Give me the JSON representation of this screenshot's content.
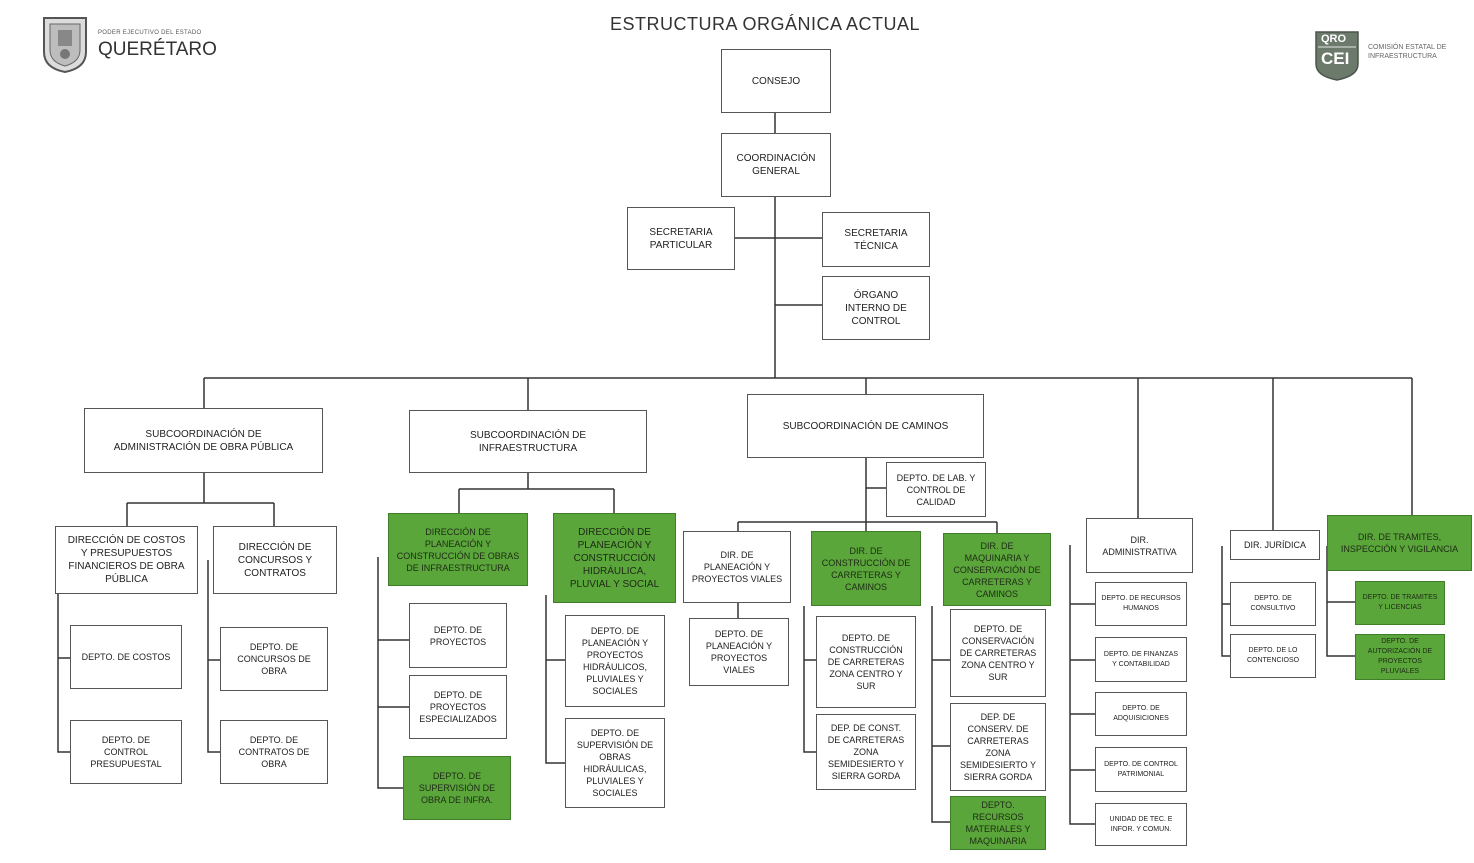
{
  "header": {
    "title": "ESTRUCTURA ORGÁNICA ACTUAL",
    "logo_left_small": "PODER EJECUTIVO DEL ESTADO",
    "logo_left_big": "QUERÉTARO",
    "logo_right_qro": "QRO",
    "logo_right_cei": "CEI",
    "logo_right_text": "COMISIÓN ESTATAL DE\nINFRAESTRUCTURA"
  },
  "colors": {
    "highlight": "#5aa63b",
    "line": "#333333"
  },
  "nodes": {
    "consejo": "CONSEJO",
    "coordinacion": "COORDINACIÓN\nGENERAL",
    "sec_particular": "SECRETARIA\nPARTICULAR",
    "sec_tecnica": "SECRETARIA\nTÉCNICA",
    "organo": "ÓRGANO\nINTERNO DE\nCONTROL",
    "sub_admin": "SUBCOORDINACIÓN DE\nADMINISTRACIÓN DE OBRA PÚBLICA",
    "sub_infra": "SUBCOORDINACIÓN DE\nINFRAESTRUCTURA",
    "sub_caminos": "SUBCOORDINACIÓN DE CAMINOS",
    "depto_lab": "DEPTO. DE LAB. Y\nCONTROL DE\nCALIDAD",
    "dir_costos": "DIRECCIÓN DE COSTOS\nY PRESUPUESTOS\nFINANCIEROS DE OBRA\nPÚBLICA",
    "dir_concursos": "DIRECCIÓN DE\nCONCURSOS Y\nCONTRATOS",
    "depto_costos": "DEPTO. DE COSTOS",
    "depto_control": "DEPTO. DE\nCONTROL\nPRESUPUESTAL",
    "depto_concursos": "DEPTO. DE\nCONCURSOS DE\nOBRA",
    "depto_contratos": "DEPTO. DE\nCONTRATOS DE\nOBRA",
    "dir_plan_infra": "DIRECCIÓN DE\nPLANEACIÓN Y\nCONSTRUCCIÓN DE OBRAS\nDE INFRAESTRUCTURA",
    "dir_hidraulica": "DIRECCIÓN DE\nPLANEACIÓN Y\nCONSTRUCCIÓN\nHIDRÁULICA,\nPLUVIAL Y SOCIAL",
    "depto_proyectos": "DEPTO. DE\nPROYECTOS",
    "depto_proy_esp": "DEPTO. DE\nPROYECTOS\nESPECIALIZADOS",
    "depto_supervision_infra": "DEPTO. DE\nSUPERVISIÓN DE\nOBRA DE INFRA.",
    "depto_plan_hid": "DEPTO. DE\nPLANEACIÓN Y\nPROYECTOS\nHIDRÁULICOS,\nPLUVIALES Y\nSOCIALES",
    "depto_sup_hid": "DEPTO. DE\nSUPERVISIÓN DE\nOBRAS\nHIDRÁULICAS,\nPLUVIALES Y\nSOCIALES",
    "dir_plan_viales": "DIR. DE\nPLANEACIÓN Y\nPROYECTOS VIALES",
    "depto_plan_viales": "DEPTO. DE\nPLANEACIÓN Y\nPROYECTOS\nVIALES",
    "dir_const_carreteras": "DIR. DE\nCONSTRUCCIÓN DE\nCARRETERAS Y\nCAMINOS",
    "depto_const_centro": "DEPTO. DE\nCONSTRUCCIÓN\nDE CARRETERAS\nZONA CENTRO Y\nSUR",
    "dep_const_semi": "DEP. DE CONST.\nDE CARRETERAS\nZONA\nSEMIDESIERTO Y\nSIERRA GORDA",
    "dir_maquinaria": "DIR. DE\nMAQUINARIA Y\nCONSERVACIÓN DE\nCARRETERAS Y\nCAMINOS",
    "depto_conserv_centro": "DEPTO. DE\nCONSERVACIÓN\nDE CARRETERAS\nZONA CENTRO Y\nSUR",
    "dep_conserv_semi": "DEP. DE\nCONSERV. DE\nCARRETERAS\nZONA\nSEMIDESIERTO Y\nSIERRA GORDA",
    "depto_recursos_mat": "DEPTO.\nRECURSOS\nMATERIALES Y\nMAQUINARIA",
    "dir_admin": "DIR.\nADMINISTRATIVA",
    "depto_rh": "DEPTO. DE RECURSOS\nHUMANOS",
    "depto_finanzas": "DEPTO. DE FINANZAS\nY CONTABILIDAD",
    "depto_adq": "DEPTO. DE\nADQUISICIONES",
    "depto_control_pat": "DEPTO. DE CONTROL\nPATRIMONIAL",
    "unidad_tec": "UNIDAD DE TEC. E\nINFOR. Y COMUN.",
    "dir_juridica": "DIR. JURÍDICA",
    "depto_consultivo": "DEPTO. DE\nCONSULTIVO",
    "depto_contencioso": "DEPTO. DE LO\nCONTENCIOSO",
    "dir_tramites": "DIR. DE TRAMITES,\nINSPECCIÓN Y VIGILANCIA",
    "depto_tramites": "DEPTO. DE TRAMITES\nY LICENCIAS",
    "depto_autorizacion": "DEPTO. DE\nAUTORIZACIÓN DE\nPROYECTOS\nPLUVIALES"
  }
}
